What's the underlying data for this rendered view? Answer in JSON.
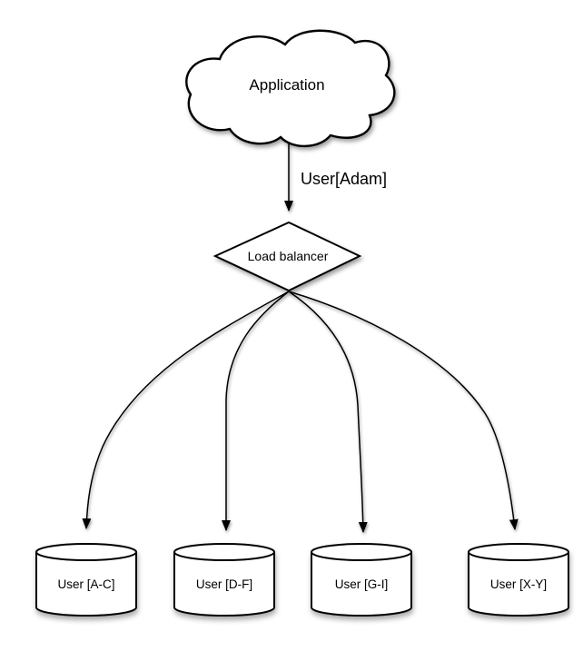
{
  "diagram": {
    "background_color": "#ffffff",
    "stroke_color": "#000000",
    "fill_color": "#ffffff",
    "nodes": {
      "application": {
        "label": "Application",
        "shape": "cloud"
      },
      "load_balancer": {
        "label": "Load balancer",
        "shape": "diamond"
      },
      "shard_ac": {
        "label": "User [A-C]",
        "shape": "cylinder"
      },
      "shard_df": {
        "label": "User [D-F]",
        "shape": "cylinder"
      },
      "shard_gi": {
        "label": "User [G-I]",
        "shape": "cylinder"
      },
      "shard_xy": {
        "label": "User [X-Y]",
        "shape": "cylinder"
      }
    },
    "edges": {
      "app_to_lb": {
        "label": "User[Adam]"
      }
    }
  }
}
